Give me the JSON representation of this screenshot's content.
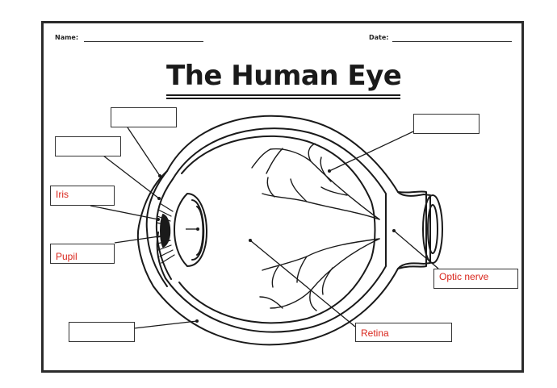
{
  "worksheet": {
    "name_label": "Name:",
    "date_label": "Date:",
    "title": "The Human Eye"
  },
  "labels": {
    "iris": "Iris",
    "pupil": "Pupil",
    "optic_nerve": "Optic nerve",
    "retina": "Retina"
  },
  "colors": {
    "outline": "#1a1a1a",
    "label_text": "#d9261c"
  }
}
